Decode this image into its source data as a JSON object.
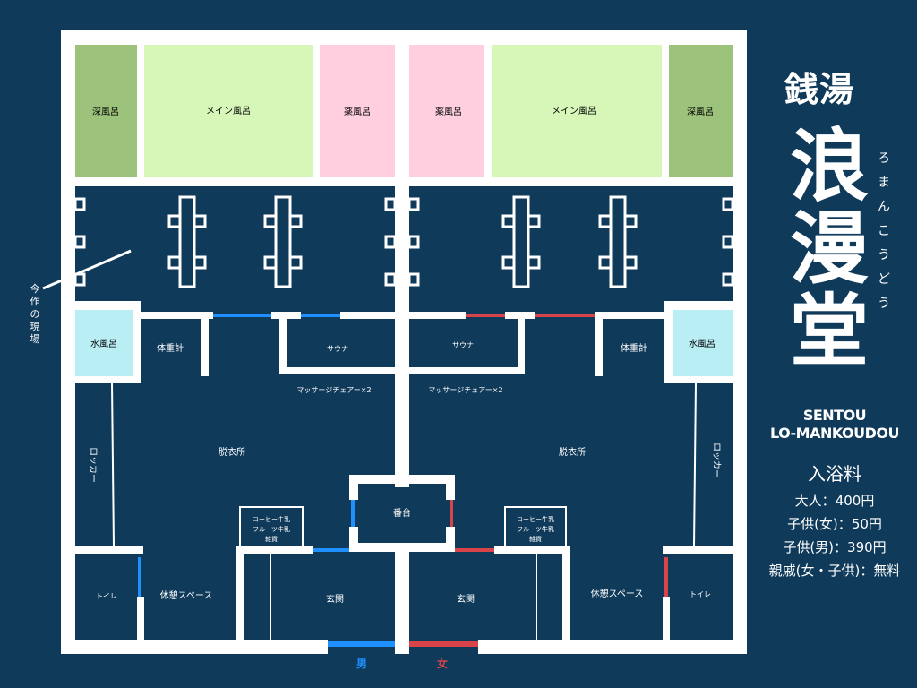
{
  "title": {
    "kind": "銭湯",
    "name_chars": [
      "浪",
      "漫",
      "堂"
    ],
    "reading_chars": [
      "ろ",
      "ま",
      "ん",
      "こ",
      "う",
      "ど",
      "う"
    ],
    "roman_line1": "SENTOU",
    "roman_line2": "LO-MANKOUDOU"
  },
  "pricing": {
    "heading": "入浴料",
    "rows": [
      {
        "label": "大人",
        "value": "400円"
      },
      {
        "label": "子供(女)",
        "value": "50円"
      },
      {
        "label": "子供(男)",
        "value": "390円"
      },
      {
        "label": "親戚(女・子供)",
        "value": "無料"
      }
    ]
  },
  "rooms": {
    "deep_bath": "深風呂",
    "main_bath": "メイン風呂",
    "herb_bath": "薬風呂",
    "water_bath": "水風呂",
    "scale": "体重計",
    "sauna": "サウナ",
    "massage": "マッサージチェアー×2",
    "changing": "脱衣所",
    "locker": "ロッカー",
    "counter": "番台",
    "shop_line1": "コーヒー牛乳",
    "shop_line2": "フルーツ牛乳",
    "shop_line3": "雑貨",
    "rest": "休憩スペース",
    "toilet": "トイレ",
    "entrance": "玄関"
  },
  "annotation": {
    "label": "今作の現場",
    "chars": [
      "今",
      "作",
      "の",
      "現",
      "場"
    ]
  },
  "legend": {
    "male": "男",
    "female": "女"
  },
  "colors": {
    "background": "#0f3a5a",
    "wall": "#ffffff",
    "deep_bath": "#9cc27b",
    "main_bath": "#d7f7b8",
    "herb_bath": "#ffcfdf",
    "water_bath": "#b9eef5",
    "male_door": "#1e90ff",
    "female_door": "#d9434a"
  }
}
